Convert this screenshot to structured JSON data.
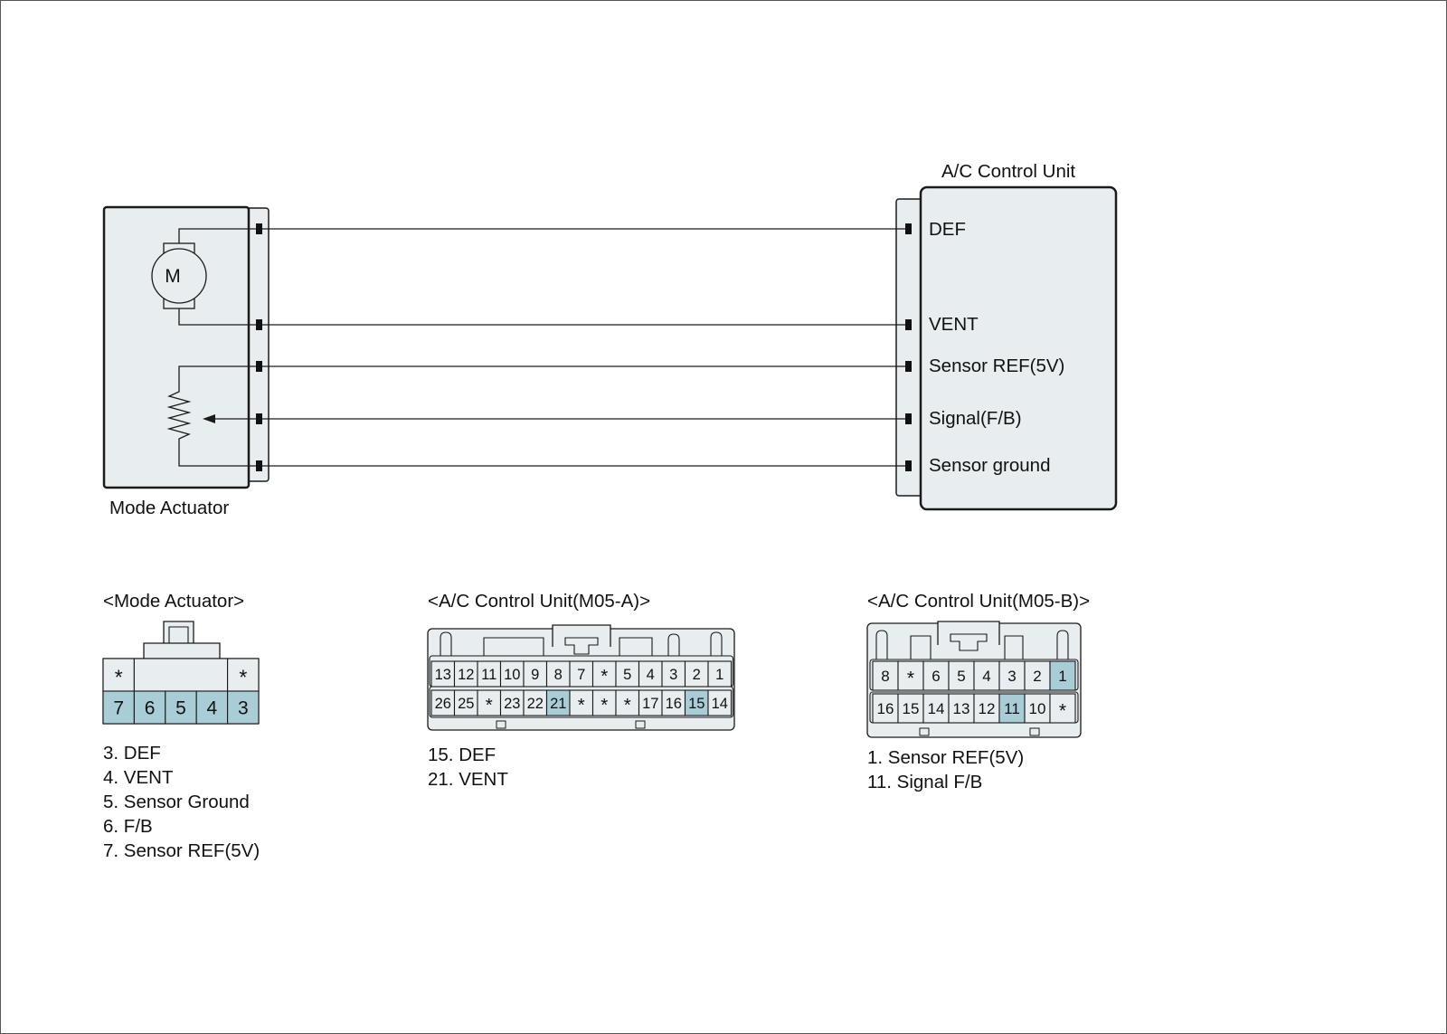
{
  "schematic": {
    "actuator_label": "Mode Actuator",
    "motor_symbol": "M",
    "control_unit_label": "A/C Control Unit",
    "control_unit_pins": [
      "DEF",
      "VENT",
      "Sensor REF(5V)",
      "Signal(F/B)",
      "Sensor ground"
    ]
  },
  "connectors": {
    "mode_actuator": {
      "title": "<Mode Actuator>",
      "top_row": [
        "*",
        "",
        "*"
      ],
      "bottom_row": [
        "7",
        "6",
        "5",
        "4",
        "3"
      ],
      "highlight": [
        "7",
        "6",
        "5",
        "4",
        "3"
      ],
      "legend": [
        "3. DEF",
        "4. VENT",
        "5. Sensor Ground",
        "6. F/B",
        "7. Sensor REF(5V)"
      ]
    },
    "m05a": {
      "title": "<A/C Control Unit(M05-A)>",
      "top_row": [
        "13",
        "12",
        "11",
        "10",
        "9",
        "8",
        "7",
        "*",
        "5",
        "4",
        "3",
        "2",
        "1"
      ],
      "bottom_row": [
        "26",
        "25",
        "*",
        "23",
        "22",
        "21",
        "*",
        "*",
        "*",
        "17",
        "16",
        "15",
        "14"
      ],
      "highlight": [
        "21",
        "15"
      ],
      "legend": [
        "15. DEF",
        "21. VENT"
      ]
    },
    "m05b": {
      "title": "<A/C Control Unit(M05-B)>",
      "top_row": [
        "8",
        "*",
        "6",
        "5",
        "4",
        "3",
        "2",
        "1"
      ],
      "bottom_row": [
        "16",
        "15",
        "14",
        "13",
        "12",
        "11",
        "10",
        "*"
      ],
      "highlight": [
        "1",
        "11"
      ],
      "legend": [
        "1. Sensor REF(5V)",
        "11. Signal F/B"
      ]
    }
  },
  "colors": {
    "box_fill": "#e8eef0",
    "highlight_fill": "#a9cdd6",
    "stroke": "#1a1a1a"
  }
}
